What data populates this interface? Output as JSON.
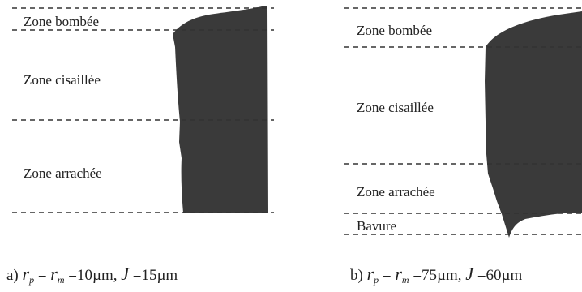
{
  "panel_a": {
    "zones": [
      "Zone bombée",
      "Zone cisaillée",
      "Zone arrachée"
    ],
    "caption": {
      "prefix": "a)",
      "r_p": "r",
      "r_p_sub": "p",
      "r_m": "r",
      "r_m_sub": "m",
      "r_value": "=10µm,",
      "j_symbol": "J",
      "j_value": "=15µm"
    }
  },
  "panel_b": {
    "zones": [
      "Zone bombée",
      "Zone cisaillée",
      "Zone arrachée",
      "Bavure"
    ],
    "caption": {
      "prefix": "b)",
      "r_p": "r",
      "r_p_sub": "p",
      "r_m": "r",
      "r_m_sub": "m",
      "r_value": "=75µm,",
      "j_symbol": "J",
      "j_value": "=60µm"
    }
  },
  "colors": {
    "profile": "#3a3a3a",
    "lines": "#333333",
    "text": "#222222"
  }
}
